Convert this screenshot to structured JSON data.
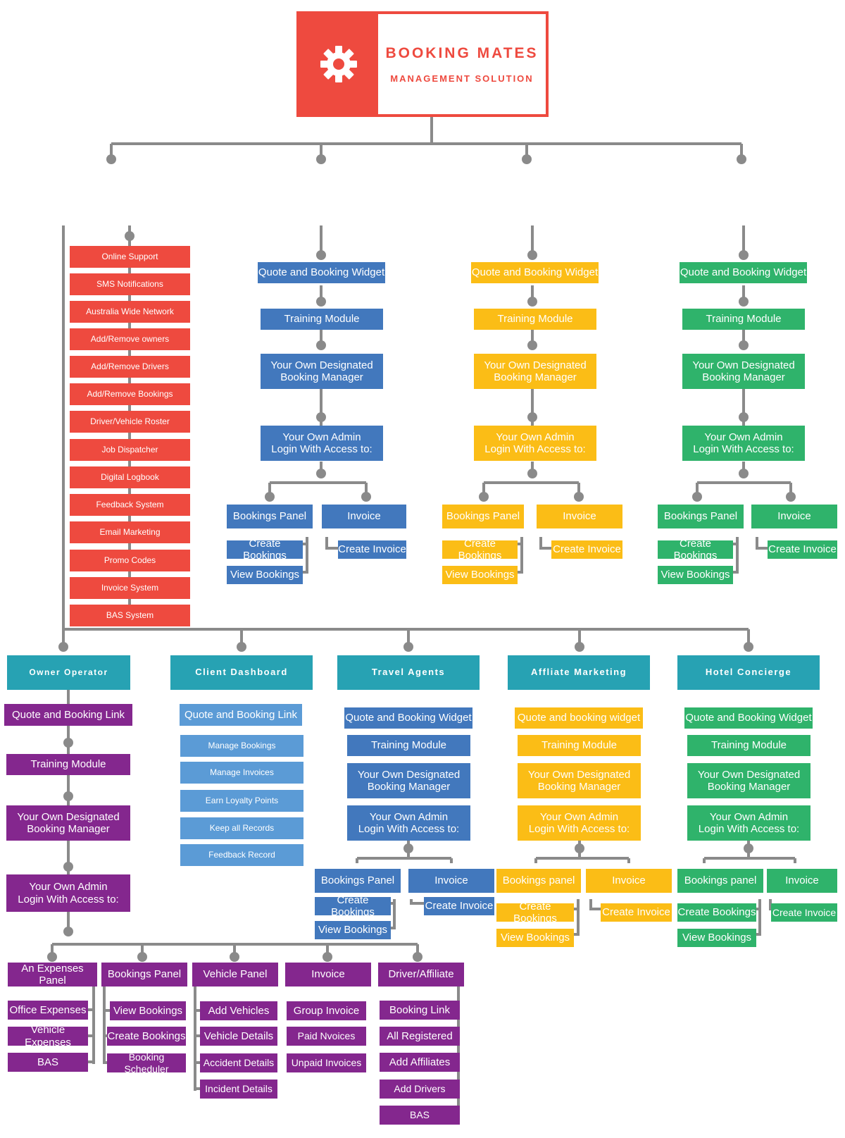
{
  "header": {
    "title": "BOOKING MATES",
    "subtitle": "MANAGEMENT SOLUTION",
    "icon": "gear-icon"
  },
  "colors": {
    "red": "#ee4a3f",
    "blue": "#4278bd",
    "yellow": "#fbbd16",
    "green": "#2fb36b",
    "purple": "#84278e",
    "teal": "#27a2b3",
    "light_blue": "#5b9bd6",
    "connector": "#8a8a8a"
  },
  "features": [
    "Online Support",
    "SMS Notifications",
    "Australia Wide Network",
    "Add/Remove owners",
    "Add/Remove Drivers",
    "Add/Remove Bookings",
    "Driver/Vehicle Roster",
    "Job Dispatcher",
    "Digital Logbook",
    "Feedback System",
    "Email Marketing",
    "Promo Codes",
    "Invoice System",
    "BAS System"
  ],
  "top_blue": {
    "widget": "Quote and Booking Widget",
    "training": "Training Module",
    "manager": "Your Own Designated Booking Manager",
    "admin": "Your Own Admin Login With Access to:",
    "bookings_panel": "Bookings Panel",
    "invoice": "Invoice",
    "create_bookings": "Create Bookings",
    "view_bookings": "View Bookings",
    "create_invoice": "Create Invoice"
  },
  "top_yellow": {
    "widget": "Quote and Booking Widget",
    "training": "Training Module",
    "manager": "Your Own Designated Booking Manager",
    "admin": "Your Own Admin Login With Access to:",
    "bookings_panel": "Bookings Panel",
    "invoice": "Invoice",
    "create_bookings": "Create Bookings",
    "view_bookings": "View Bookings",
    "create_invoice": "Create Invoice"
  },
  "top_green": {
    "widget": "Quote and Booking Widget",
    "training": "Training Module",
    "manager": "Your Own Designated Booking Manager",
    "admin": "Your Own Admin Login With Access to:",
    "bookings_panel": "Bookings Panel",
    "invoice": "Invoice",
    "create_bookings": "Create Bookings",
    "view_bookings": "View Bookings",
    "create_invoice": "Create Invoice"
  },
  "owner_operator": {
    "header": "Owner Operator",
    "link": "Quote and Booking Link",
    "training": "Training Module",
    "manager": "Your Own Designated Booking Manager",
    "admin": "Your Own Admin Login With Access to:",
    "expenses_panel": {
      "label": "An Expenses Panel",
      "items": [
        "Office Expenses",
        "Vehicle Expenses",
        "BAS"
      ]
    },
    "bookings_panel": {
      "label": "Bookings Panel",
      "items": [
        "View Bookings",
        "Create Bookings",
        "Booking Scheduler"
      ]
    },
    "vehicle_panel": {
      "label": "Vehicle Panel",
      "items": [
        "Add Vehicles",
        "Vehicle Details",
        "Accident Details",
        "Incident Details"
      ]
    },
    "invoice": {
      "label": "Invoice",
      "items": [
        "Group Invoice",
        "Paid Nvoices",
        "Unpaid Invoices"
      ]
    },
    "driver_affiliate": {
      "label": "Driver/Affiliate",
      "items": [
        "Booking Link",
        "All Registered",
        "Add Affiliates",
        "Add Drivers",
        "BAS"
      ]
    }
  },
  "client_dashboard": {
    "header": "Client Dashboard",
    "link": "Quote and Booking Link",
    "items": [
      "Manage Bookings",
      "Manage Invoices",
      "Earn Loyalty Points",
      "Keep all Records",
      "Feedback Record"
    ]
  },
  "travel_agents": {
    "header": "Travel Agents",
    "widget": "Quote and Booking Widget",
    "training": "Training Module",
    "manager": "Your Own Designated Booking Manager",
    "admin": "Your Own Admin Login With Access to:",
    "bookings_panel": "Bookings Panel",
    "invoice": "Invoice",
    "create_bookings": "Create Bookings",
    "view_bookings": "View Bookings",
    "create_invoice": "Create Invoice"
  },
  "affiliate_marketing": {
    "header": "Affliate Marketing",
    "widget": "Quote and booking widget",
    "training": "Training Module",
    "manager": "Your Own Designated Booking Manager",
    "admin": "Your Own Admin Login With Access to:",
    "bookings_panel": "Bookings panel",
    "invoice": "Invoice",
    "create_bookings": "Create Bookings",
    "view_bookings": "View Bookings",
    "create_invoice": "Create Invoice"
  },
  "hotel_concierge": {
    "header": "Hotel Concierge",
    "widget": "Quote and Booking Widget",
    "training": "Training Module",
    "manager": "Your Own Designated Booking Manager",
    "admin": "Your Own Admin Login With Access to:",
    "bookings_panel": "Bookings panel",
    "invoice": "Invoice",
    "create_bookings": "Create Bookings",
    "view_bookings": "View Bookings",
    "create_invoice": "Create Invoice"
  }
}
